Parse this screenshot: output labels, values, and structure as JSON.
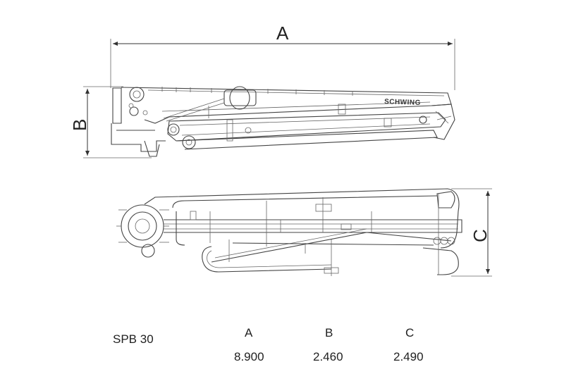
{
  "diagram": {
    "brand_label": "SCHWING",
    "dimensions": {
      "a_label": "A",
      "b_label": "B",
      "c_label": "C"
    }
  },
  "specs": {
    "model": "SPB 30",
    "headers": [
      "A",
      "B",
      "C"
    ],
    "values": [
      "8.900",
      "2.460",
      "2.490"
    ]
  }
}
